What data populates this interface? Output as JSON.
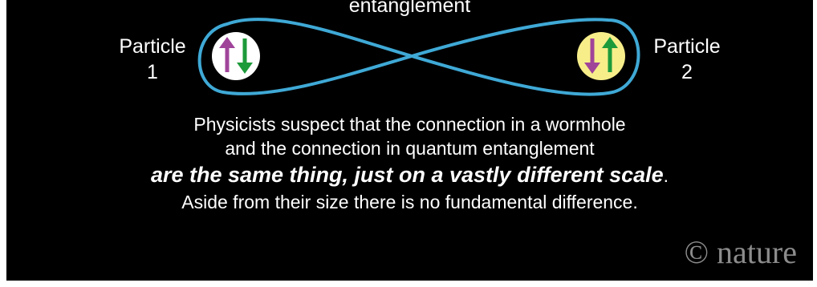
{
  "diagram": {
    "top_label": "entanglement",
    "particle1": {
      "label_line1": "Particle",
      "label_line2": "1",
      "arrows": [
        "up",
        "down"
      ],
      "fill": "#ffffff"
    },
    "particle2": {
      "label_line1": "Particle",
      "label_line2": "2",
      "arrows": [
        "down",
        "up"
      ],
      "fill": "#f7ee8a"
    },
    "loop_color": "#3fa9d6",
    "arrow_colors": {
      "purple": "#a0449a",
      "green": "#1d9a3a"
    }
  },
  "caption": {
    "line1": "Physicists suspect that the connection in a wormhole",
    "line2": "and the connection in quantum entanglement",
    "line3_emphasis": "are the same thing, just on a vastly different scale",
    "line3_end": ".",
    "line4": "Aside from their size there is no fundamental difference."
  },
  "credit": "© nature"
}
